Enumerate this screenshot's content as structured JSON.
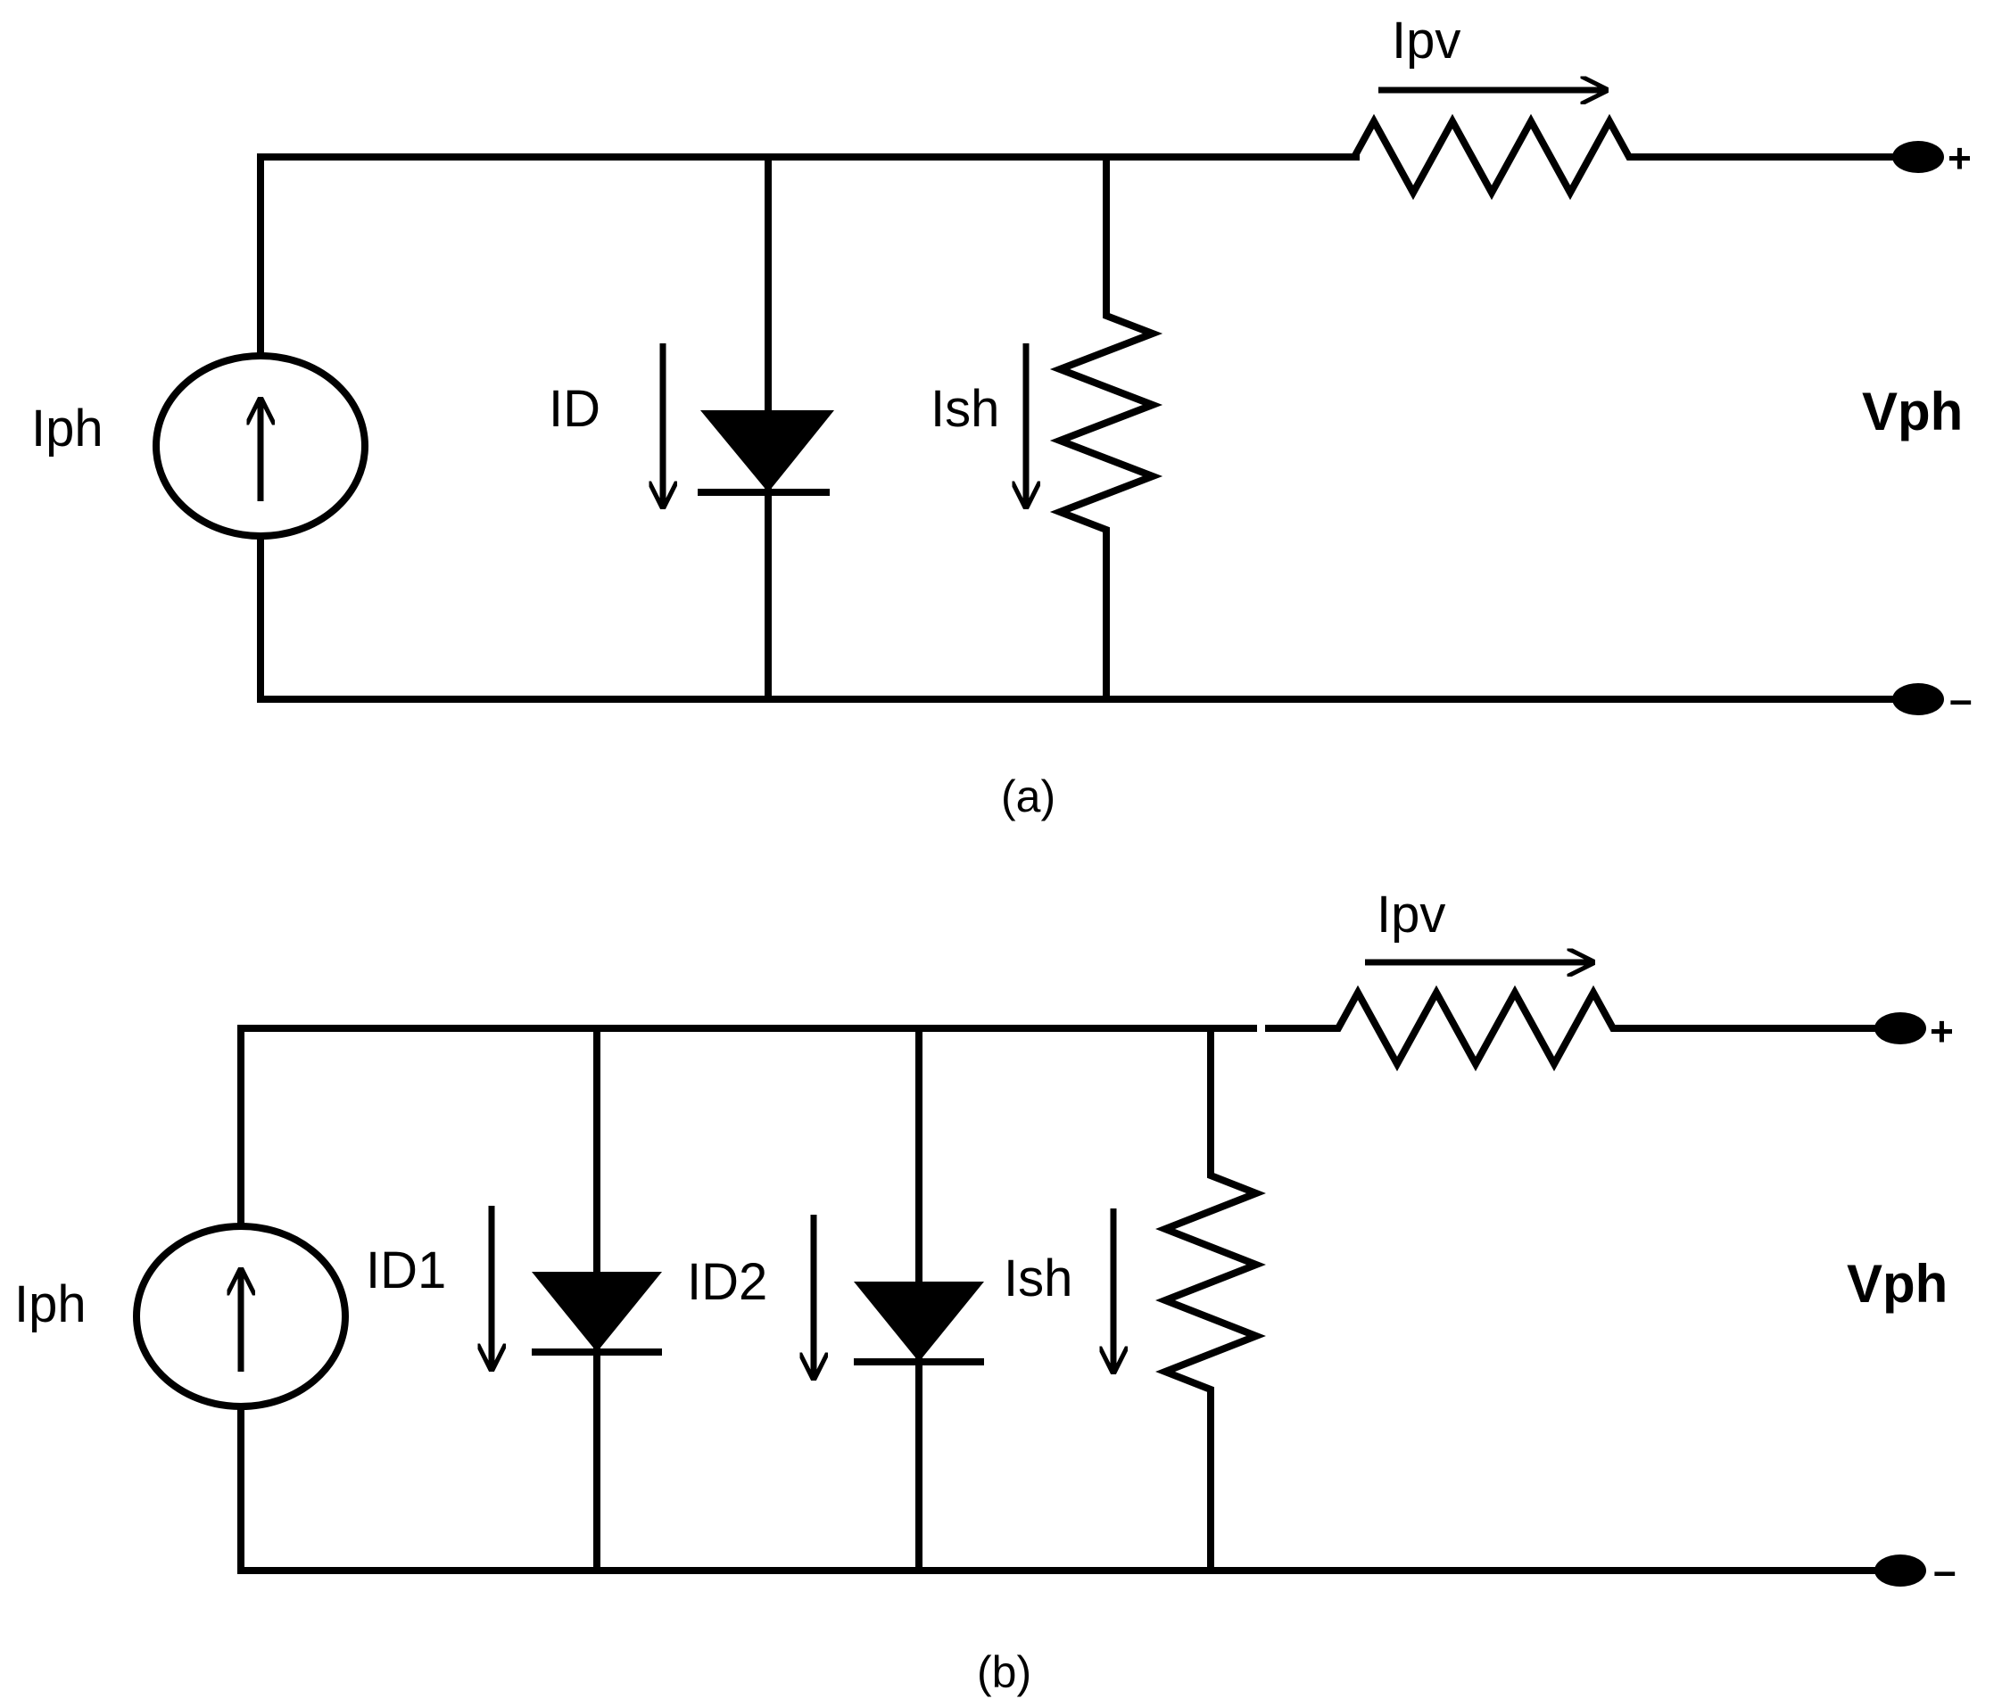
{
  "circuit_a": {
    "source_label": "Iph",
    "diode_label": "ID",
    "shunt_label": "Ish",
    "output_current_label": "Ipv",
    "output_voltage_label": "Vph",
    "plus_sign": "+",
    "minus_sign": "–",
    "caption": "(a)"
  },
  "circuit_b": {
    "source_label": "Iph",
    "diode1_label": "ID1",
    "diode2_label": "ID2",
    "shunt_label": "Ish",
    "output_current_label": "Ipv",
    "output_voltage_label": "Vph",
    "plus_sign": "+",
    "minus_sign": "–",
    "caption": "(b)"
  }
}
